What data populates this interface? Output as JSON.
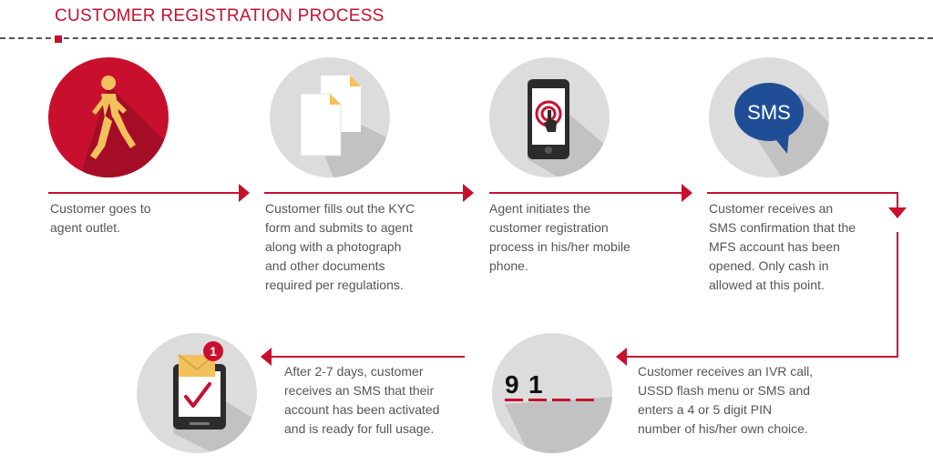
{
  "title": "CUSTOMER REGISTRATION PROCESS",
  "colors": {
    "accent": "#c8102e",
    "circle_gray": "#dcdcdc",
    "shadow": "#c2c2c2",
    "text": "#555555",
    "sms_blue": "#1f4e97",
    "envelope_yellow": "#f2c15c",
    "device_dark": "#2b2b2b"
  },
  "steps": [
    {
      "text": "Customer goes to\nagent outlet.",
      "icon": "walking-person-icon"
    },
    {
      "text": "Customer fills out the KYC\nform and submits to agent\nalong with a photograph\nand other documents\nrequired per regulations.",
      "icon": "documents-icon"
    },
    {
      "text": "Agent initiates the\ncustomer registration\nprocess in his/her mobile\nphone.",
      "icon": "mobile-touch-icon"
    },
    {
      "text": "Customer receives an\nSMS confirmation that the\nMFS account has been\nopened. Only cash in\nallowed at this point.",
      "icon": "sms-bubble-icon"
    },
    {
      "text": "Customer receives an IVR call,\nUSSD flash menu or SMS and\nenters a 4 or 5 digit PIN\nnumber of his/her own choice.",
      "icon": "pin-entry-icon",
      "pin_digits": [
        "9",
        "1"
      ]
    },
    {
      "text": "After 2-7 days, customer\nreceives an SMS that their\naccount has been activated\nand is ready for full usage.",
      "icon": "message-notification-icon",
      "badge": "1"
    }
  ]
}
